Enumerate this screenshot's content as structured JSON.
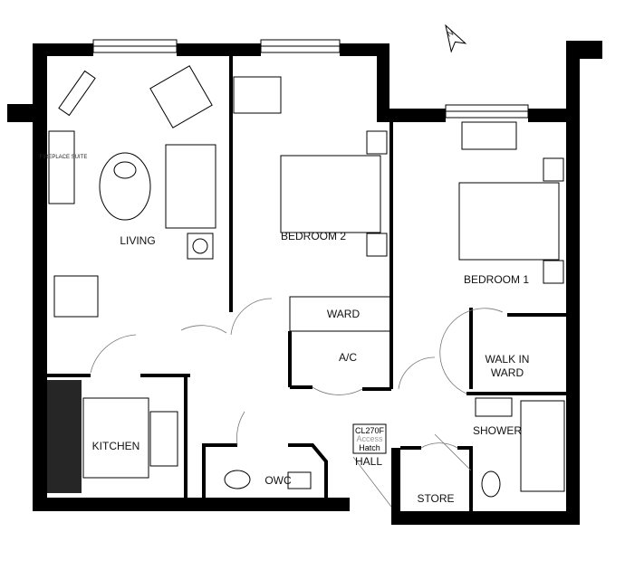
{
  "rooms": {
    "living": "LIVING",
    "bedroom2": "BEDROOM 2",
    "bedroom1": "BEDROOM 1",
    "ward": "WARD",
    "ac": "A/C",
    "walk_in_1": "WALK IN",
    "walk_in_2": "WARD",
    "kitchen": "KITCHEN",
    "shower": "SHOWER",
    "owc": "OWC",
    "hall": "HALL",
    "store": "STORE"
  },
  "fixtures": {
    "fireplace": "FIREPLACE SUITE",
    "hatch_1": "CL270F",
    "hatch_2": "Access",
    "hatch_3": "Hatch"
  },
  "compass": {
    "direction": "N"
  },
  "colors": {
    "wall": "#000000",
    "background": "#ffffff"
  }
}
